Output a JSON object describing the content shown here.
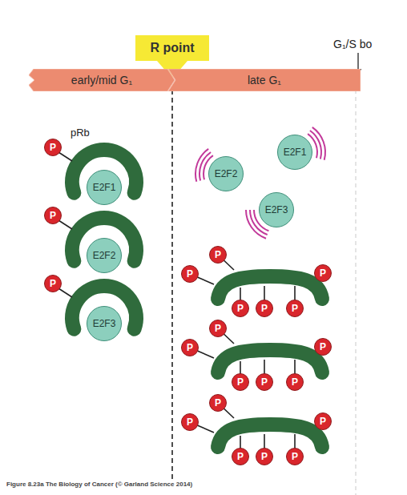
{
  "diagram": {
    "caption": "Figure 8.23a The Biology of Cancer (© Garland Science 2014)",
    "nodes": [
      {
        "text": [
          "R point"
        ]
      },
      {
        "text": [
          "early/mid G₁"
        ]
      },
      {
        "text": [
          "late G₁"
        ]
      },
      {
        "text": [
          "P"
        ]
      },
      {
        "text": [
          "E2F1"
        ]
      },
      {
        "text": [
          "P"
        ]
      },
      {
        "text": [
          "E2F2"
        ]
      },
      {
        "text": [
          "P"
        ]
      },
      {
        "text": [
          "E2F3"
        ]
      },
      {
        "text": [
          "E2F2"
        ]
      },
      {
        "text": [
          "E2F1"
        ]
      },
      {
        "text": [
          "E2F3"
        ]
      },
      {
        "text": [
          "P"
        ]
      },
      {
        "text": [
          "P"
        ]
      },
      {
        "text": [
          "P"
        ]
      },
      {
        "text": [
          "P"
        ]
      },
      {
        "text": [
          "P"
        ]
      },
      {
        "text": [
          "P"
        ]
      },
      {
        "text": [
          "P"
        ]
      },
      {
        "text": [
          "P"
        ]
      },
      {
        "text": [
          "P"
        ]
      },
      {
        "text": [
          "P"
        ]
      },
      {
        "text": [
          "P"
        ]
      },
      {
        "text": [
          "P"
        ]
      },
      {
        "text": [
          "P"
        ]
      },
      {
        "text": [
          "P"
        ]
      },
      {
        "text": [
          "P"
        ]
      },
      {
        "text": [
          "P"
        ]
      },
      {
        "text": [
          "P"
        ]
      },
      {
        "text": [
          "P"
        ]
      }
    ],
    "labels": [
      "pRb",
      "G₁/S bo"
    ]
  }
}
